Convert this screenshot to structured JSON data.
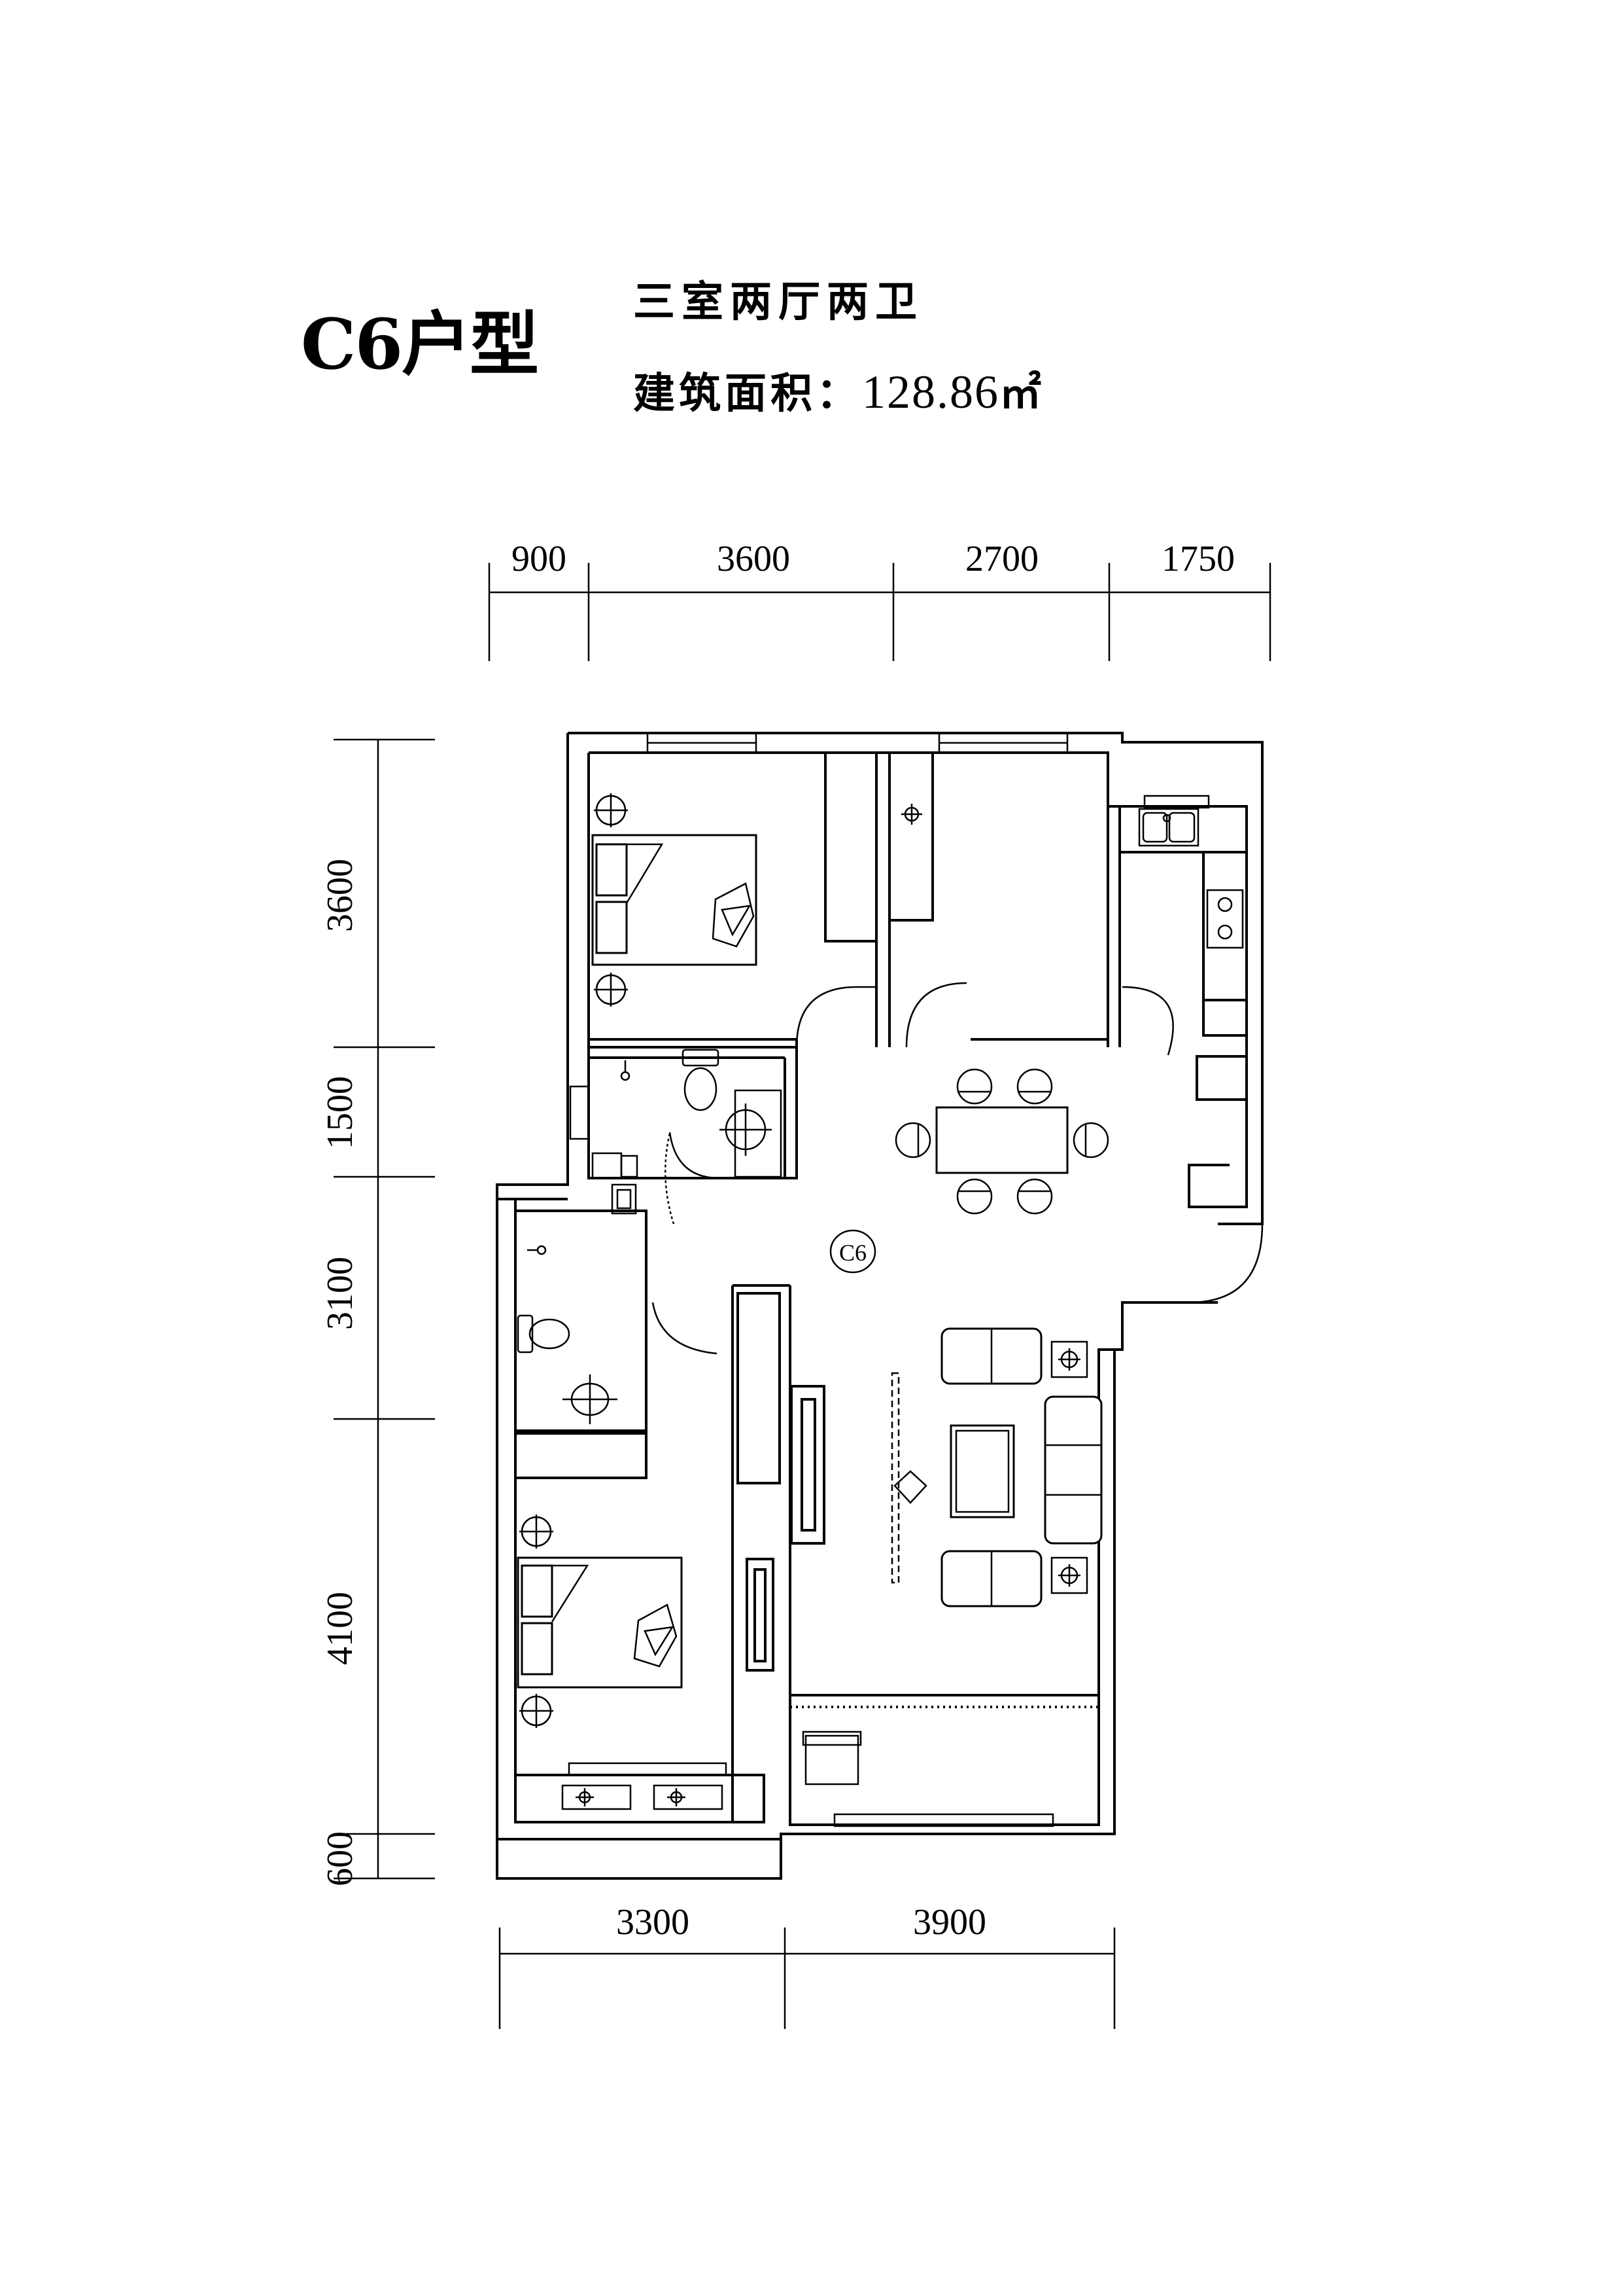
{
  "title": "C6户型",
  "layout_type": "三室两厅两卫",
  "area_label": "建筑面积：",
  "area_value": "128.86",
  "area_unit": "㎡",
  "unit_tag": "C6",
  "dims_top": [
    "900",
    "3600",
    "2700",
    "1750"
  ],
  "dims_left": [
    "3600",
    "1500",
    "3100",
    "4100",
    "600"
  ],
  "dims_bottom": [
    "3300",
    "3900"
  ]
}
